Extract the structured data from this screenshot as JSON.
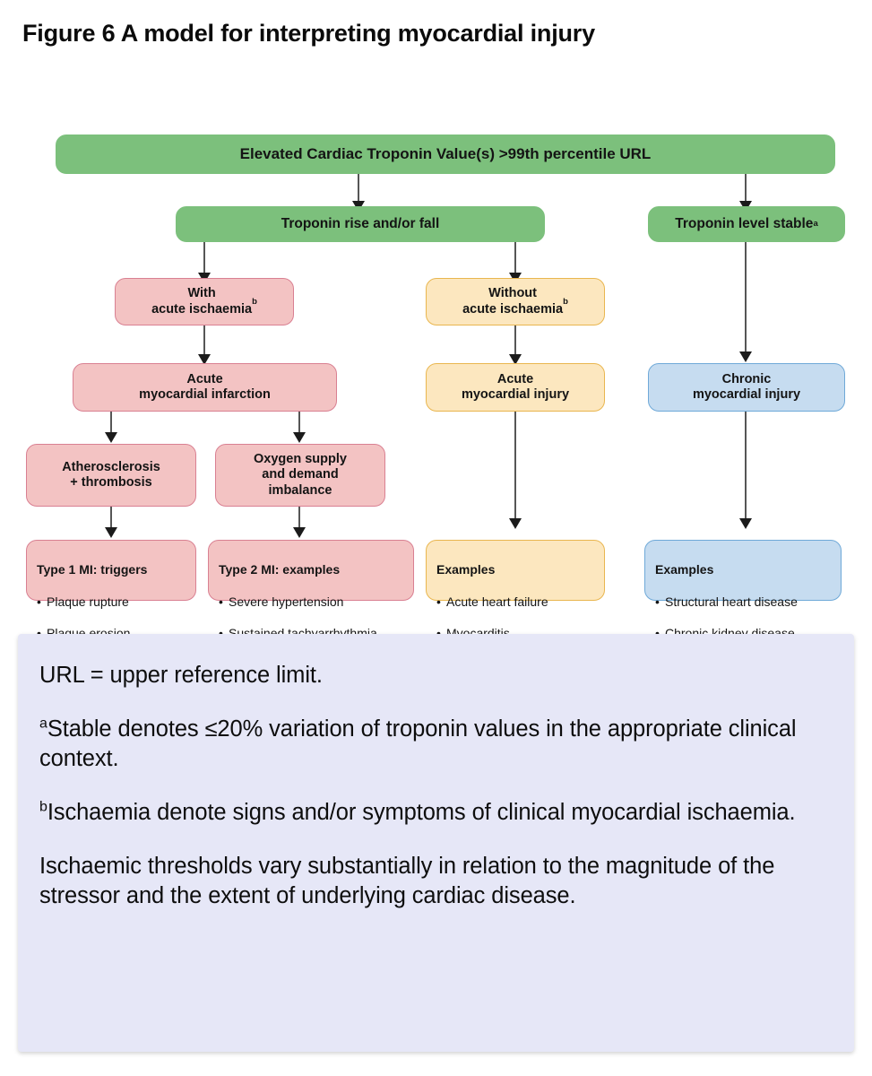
{
  "figure": {
    "title": "Figure 6 A model for interpreting myocardial injury"
  },
  "flowchart": {
    "nodes": {
      "elevated_troponin": "Elevated Cardiac Troponin Value(s) >99th percentile URL",
      "troponin_rise_fall": "Troponin rise and/or fall",
      "troponin_stable": "Troponin level stable",
      "troponin_stable_sup": "a",
      "with_ischaemia": "With\nacute ischaemia",
      "with_ischaemia_sup": "b",
      "without_ischaemia": "Without\nacute ischaemia",
      "without_ischaemia_sup": "b",
      "acute_mi": "Acute\nmyocardial infarction",
      "acute_injury": "Acute\nmyocardial injury",
      "chronic_injury": "Chronic\nmyocardial injury",
      "atherosclerosis": "Atherosclerosis\n+ thrombosis",
      "oxygen_imbalance": "Oxygen supply\nand demand\nimbalance"
    },
    "lists": {
      "type1": {
        "title": "Type 1 MI: triggers",
        "items": [
          "Plaque rupture",
          "Plaque erosion"
        ]
      },
      "type2": {
        "title": "Type 2 MI: examples",
        "items": [
          "Severe hypertension",
          "Sustained tachyarrhythmia"
        ]
      },
      "acute_examples": {
        "title": "Examples",
        "items": [
          "Acute heart failure",
          "Myocarditis"
        ]
      },
      "chronic_examples": {
        "title": "Examples",
        "items": [
          "Structural heart disease",
          "Chronic kidney disease"
        ]
      }
    },
    "colors": {
      "green": "#7cc07c",
      "pink_fill": "#f3c3c3",
      "pink_border": "#d98092",
      "yellow_fill": "#fce7bf",
      "yellow_border": "#e9b64f",
      "blue_fill": "#c6dcf0",
      "blue_border": "#6fa9d8",
      "connector": "#565656"
    }
  },
  "footnotes": {
    "url_definition": "URL = upper reference limit.",
    "note_a_sup": "a",
    "note_a": "Stable denotes ≤20% variation of troponin values in the appropriate clinical context.",
    "note_b_sup": "b",
    "note_b": "Ischaemia denote signs and/or symptoms of clinical myocardial ischaemia.",
    "note_c": "Ischaemic thresholds vary substantially in relation to the magnitude of the stressor and the extent of underlying cardiac disease."
  }
}
